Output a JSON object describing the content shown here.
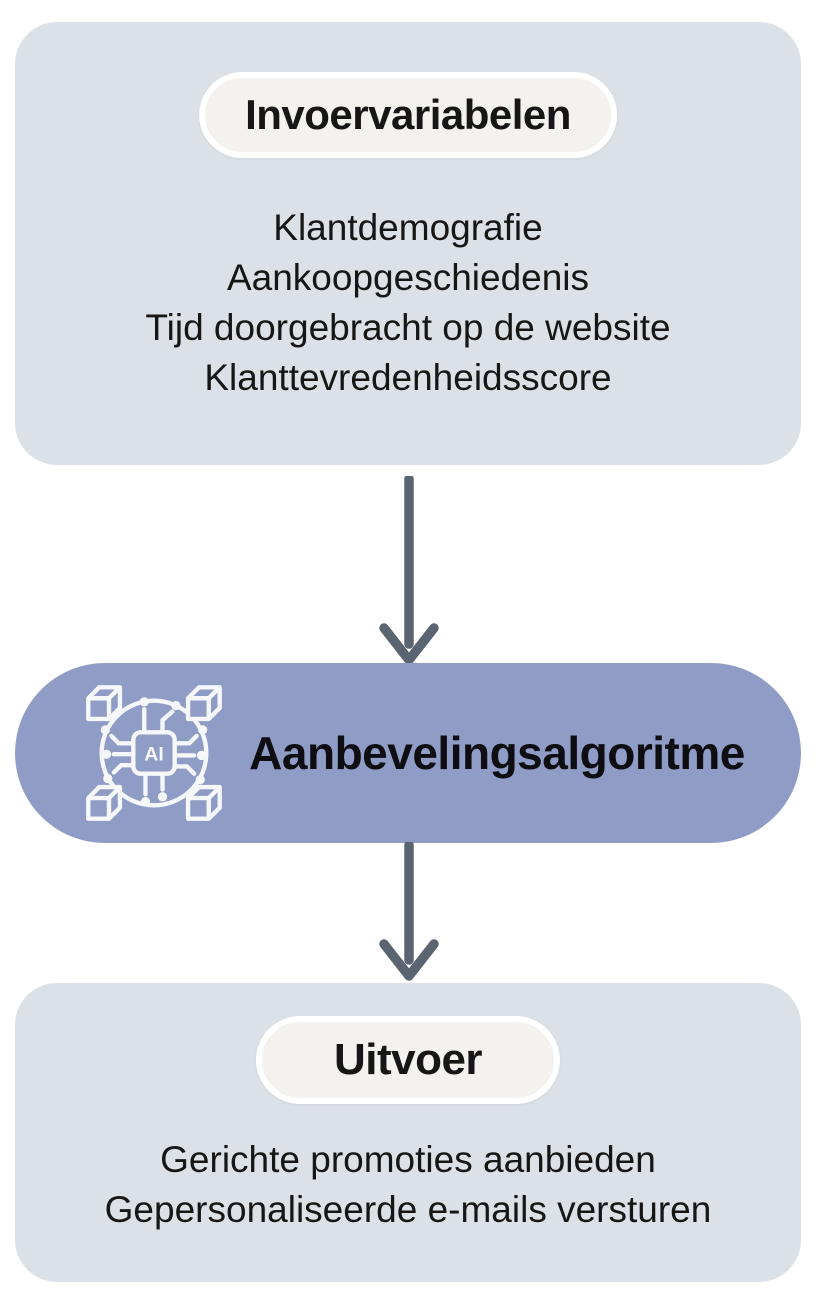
{
  "diagram": {
    "input": {
      "title": "Invoervariabelen",
      "items": [
        "Klantdemografie",
        "Aankoopgeschiedenis",
        "Tijd doorgebracht op de website",
        "Klanttevredenheidsscore"
      ]
    },
    "process": {
      "title": "Aanbevelingsalgoritme",
      "icon": "ai-chip-icon",
      "chip_label": "AI"
    },
    "output": {
      "title": "Uitvoer",
      "items": [
        "Gerichte promoties aanbieden",
        "Gepersonaliseerde e-mails versturen"
      ]
    },
    "colors": {
      "container_bg": "#dce1e7",
      "title_pill_bg": "#f3f2ee",
      "title_pill_border": "#ffffff",
      "process_bg": "#8e9cc6",
      "arrow": "#5b6571",
      "text": "#161616",
      "icon_stroke": "#f5f7fb"
    }
  }
}
